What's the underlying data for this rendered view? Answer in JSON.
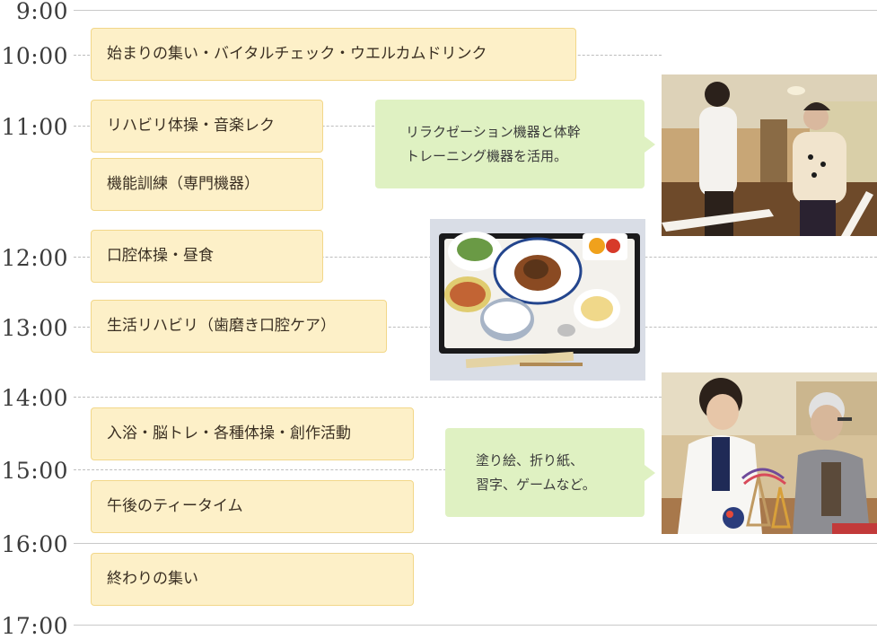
{
  "hours": [
    "9:00",
    "10:00",
    "11:00",
    "12:00",
    "13:00",
    "14:00",
    "15:00",
    "16:00",
    "17:00"
  ],
  "events": [
    "始まりの集い・バイタルチェック・ウエルカムドリンク",
    "リハビリ体操・音楽レク",
    "機能訓練（専門機器）",
    "口腔体操・昼食",
    "生活リハビリ（歯磨き口腔ケア）",
    "入浴・脳トレ・各種体操・創作活動",
    "午後のティータイム",
    "終わりの集い"
  ],
  "notes": {
    "rehab": [
      "リラクゼーション機器と体幹",
      "トレーニング機器を活用。"
    ],
    "activity": [
      "塗り絵、折り紙、",
      "習字、ゲームなど。"
    ]
  },
  "colors": {
    "event_fill": "#fdf0c8",
    "event_border": "#f2d789",
    "note_fill": "#dff1c2",
    "timeline_line": "#c9c9c9"
  }
}
